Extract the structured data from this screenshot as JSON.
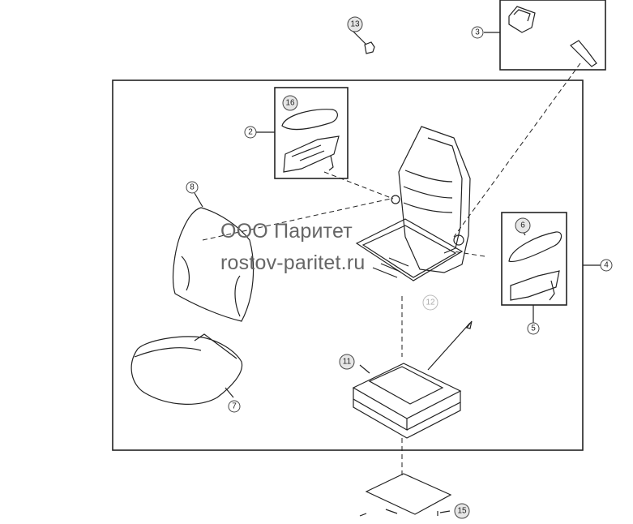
{
  "watermark": {
    "line1": "ООО Паритет",
    "line2": "rostov-paritet.ru"
  },
  "callouts": {
    "c2": "2",
    "c3": "3",
    "c4": "4",
    "c5": "5",
    "c6": "6",
    "c7": "7",
    "c8": "8",
    "c11": "11",
    "c12": "12",
    "c13": "13",
    "c15": "15",
    "c16": "16"
  },
  "colors": {
    "line": "#222222",
    "watermark": "#666666",
    "bubble_fill": "#e6e6e6"
  }
}
